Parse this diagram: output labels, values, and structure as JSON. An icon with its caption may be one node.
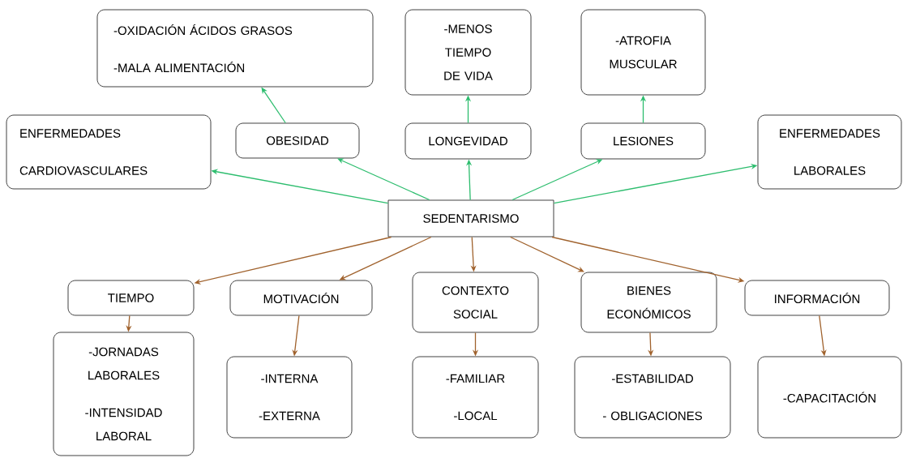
{
  "diagram": {
    "nodes": [
      {
        "text": [
          "-OXIDACIÓN ÁCIDOS GRASOS",
          "-MALA ALIMENTACIÓN"
        ]
      },
      {
        "text": [
          "-MENOS TIEMPO DE VIDA"
        ]
      },
      {
        "text": [
          "-ATROFIA MUSCULAR"
        ]
      },
      {
        "text": [
          "ENFERMEDADES",
          "CARDIOVASCULARES"
        ]
      },
      {
        "text": [
          "OBESIDAD"
        ]
      },
      {
        "text": [
          "LONGEVIDAD"
        ]
      },
      {
        "text": [
          "LESIONES"
        ]
      },
      {
        "text": [
          "ENFERMEDADES",
          "LABORALES"
        ]
      },
      {
        "text": [
          "SEDENTARISMO"
        ]
      },
      {
        "text": [
          "TIEMPO"
        ]
      },
      {
        "text": [
          "MOTIVACIÓN"
        ]
      },
      {
        "text": [
          "CONTEXTO SOCIAL"
        ]
      },
      {
        "text": [
          "BIENES ECONÓMICOS"
        ]
      },
      {
        "text": [
          "INFORMACIÓN"
        ]
      },
      {
        "text": [
          "-JORNADAS LABORALES",
          "-INTENSIDAD LABORAL"
        ]
      },
      {
        "text": [
          "-INTERNA",
          "-EXTERNA"
        ]
      },
      {
        "text": [
          "-FAMILIAR",
          "-LOCAL"
        ]
      },
      {
        "text": [
          "-ESTABILIDAD",
          "- OBLIGACIONES"
        ]
      },
      {
        "text": [
          "-CAPACITACIÓN"
        ]
      }
    ],
    "edges": [
      {
        "from": 8,
        "to": 3,
        "arrow": "to",
        "color": "#2dbd6e"
      },
      {
        "from": 8,
        "to": 4,
        "arrow": "to",
        "color": "#2dbd6e"
      },
      {
        "from": 8,
        "to": 5,
        "arrow": "to",
        "color": "#2dbd6e"
      },
      {
        "from": 8,
        "to": 6,
        "arrow": "to",
        "color": "#2dbd6e"
      },
      {
        "from": 8,
        "to": 7,
        "arrow": "to",
        "color": "#2dbd6e"
      },
      {
        "from": 4,
        "to": 0,
        "arrow": "to",
        "color": "#2dbd6e"
      },
      {
        "from": 5,
        "to": 1,
        "arrow": "to",
        "color": "#2dbd6e"
      },
      {
        "from": 6,
        "to": 2,
        "arrow": "to",
        "color": "#2dbd6e"
      },
      {
        "from": 8,
        "to": 9,
        "arrow": "to"
      },
      {
        "from": 8,
        "to": 10,
        "arrow": "to"
      },
      {
        "from": 8,
        "to": 11,
        "arrow": "to"
      },
      {
        "from": 8,
        "to": 12,
        "arrow": "to"
      },
      {
        "from": 8,
        "to": 13,
        "arrow": "to"
      },
      {
        "from": 9,
        "to": 14,
        "arrow": "to"
      },
      {
        "from": 10,
        "to": 15,
        "arrow": "to"
      },
      {
        "from": 11,
        "to": 16,
        "arrow": "to"
      },
      {
        "from": 12,
        "to": 17,
        "arrow": "to"
      },
      {
        "from": 13,
        "to": 18,
        "arrow": "to"
      }
    ]
  }
}
